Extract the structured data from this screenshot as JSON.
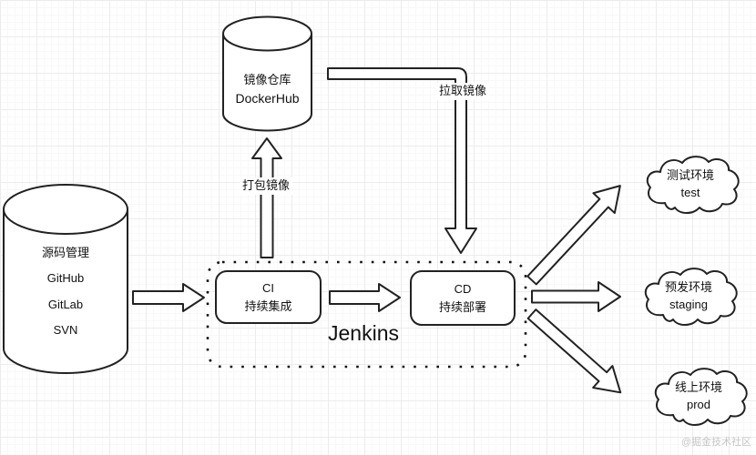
{
  "source": {
    "title": "源码管理",
    "items": [
      "GitHub",
      "GitLab",
      "SVN"
    ]
  },
  "registry": {
    "title": "镜像仓库",
    "subtitle": "DockerHub"
  },
  "jenkins": {
    "label": "Jenkins",
    "ci_title": "CI",
    "ci_subtitle": "持续集成",
    "cd_title": "CD",
    "cd_subtitle": "持续部署"
  },
  "arrows": {
    "package_label": "打包镜像",
    "pull_label": "拉取镜像"
  },
  "environments": [
    {
      "name": "测试环境",
      "code": "test"
    },
    {
      "name": "预发环境",
      "code": "staging"
    },
    {
      "name": "线上环境",
      "code": "prod"
    }
  ],
  "watermark": "@掘金技术社区",
  "colors": {
    "stroke": "#222222",
    "background": "#ffffff",
    "grid_major": "#ececec",
    "grid_minor": "#f8f8f8",
    "watermark_text": "#c6c6c6"
  }
}
